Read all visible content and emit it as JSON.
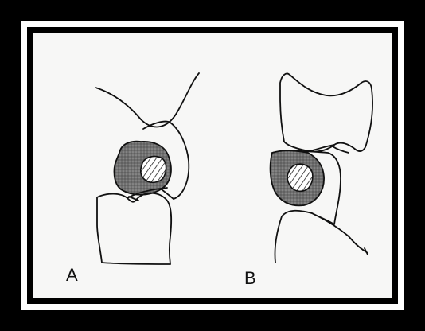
{
  "figure": {
    "panels": [
      {
        "id": "a",
        "label": "A"
      },
      {
        "id": "b",
        "label": "B"
      }
    ],
    "colors": {
      "background": "#f7f7f6",
      "frame_outer": "#000000",
      "frame_inner": "#ffffff",
      "line": "#111111",
      "shaded_region": "#7a7a7a"
    },
    "icons": [
      "tooth-outline",
      "hatched-core",
      "stippled-region"
    ]
  }
}
